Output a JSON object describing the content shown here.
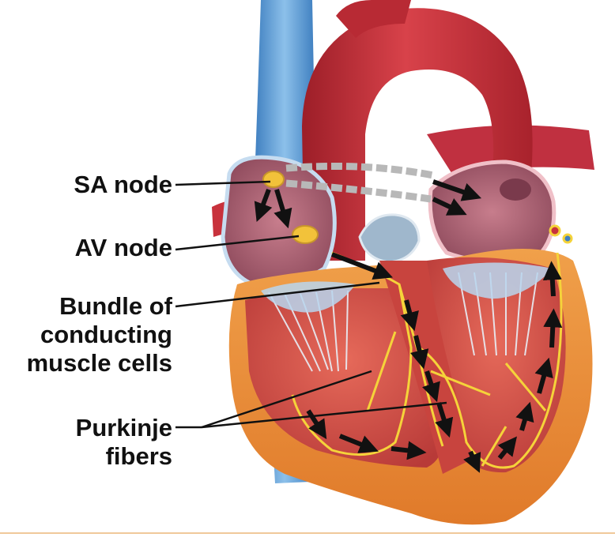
{
  "labels": {
    "sa_node": "SA node",
    "av_node": "AV node",
    "bundle_line1": "Bundle of",
    "bundle_line2": "conducting",
    "bundle_line3": "muscle cells",
    "purkinje_line1": "Purkinje",
    "purkinje_line2": "fibers"
  },
  "colors": {
    "artery_red": "#c8323c",
    "vein_blue": "#5f9fd6",
    "muscle_orange": "#e8893a",
    "tissue_pink": "#d85a55",
    "node_yellow": "#f2c23a",
    "fiber_yellow": "#f5d33a",
    "arrow_black": "#111111",
    "bottom_rule": "#f0c89a"
  }
}
